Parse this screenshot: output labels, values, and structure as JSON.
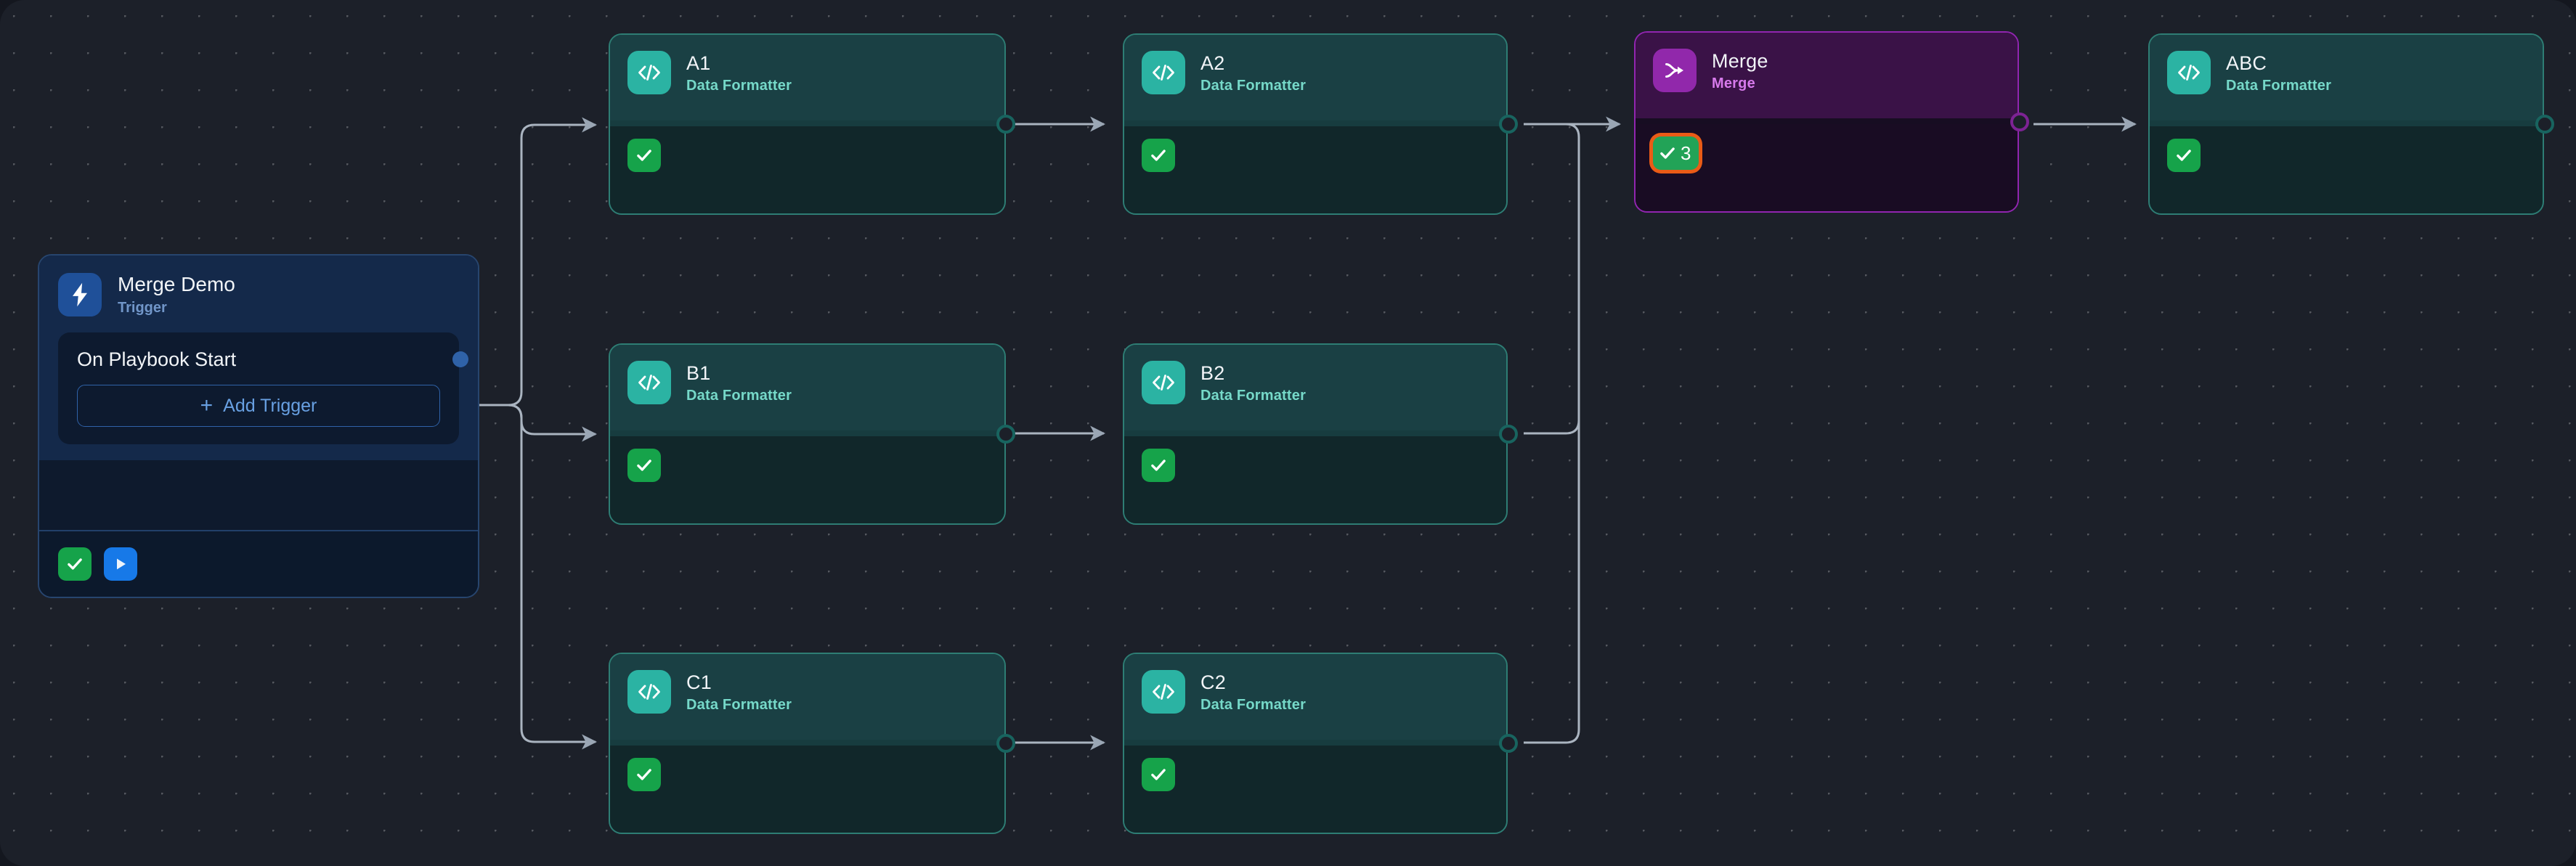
{
  "canvas": {
    "background": "#1c2029",
    "grid_dot_color": "#55585f"
  },
  "trigger": {
    "title": "Merge Demo",
    "subtitle": "Trigger",
    "icon": "lightning-bolt-icon",
    "accent": "#1f5099",
    "row_label": "On Playbook Start",
    "add_trigger_label": "Add Trigger",
    "add_trigger_plus": "+",
    "footer_buttons": [
      {
        "name": "validate-button",
        "icon": "check-icon",
        "color": "#16a34a"
      },
      {
        "name": "run-button",
        "icon": "play-icon",
        "color": "#1779e8"
      }
    ]
  },
  "nodes": [
    {
      "id": "a1",
      "title": "A1",
      "subtitle": "Data Formatter",
      "type": "data-formatter",
      "icon": "code-brackets-icon",
      "status": "success",
      "status_icon": "check-icon"
    },
    {
      "id": "a2",
      "title": "A2",
      "subtitle": "Data Formatter",
      "type": "data-formatter",
      "icon": "code-brackets-icon",
      "status": "success",
      "status_icon": "check-icon"
    },
    {
      "id": "b1",
      "title": "B1",
      "subtitle": "Data Formatter",
      "type": "data-formatter",
      "icon": "code-brackets-icon",
      "status": "success",
      "status_icon": "check-icon"
    },
    {
      "id": "b2",
      "title": "B2",
      "subtitle": "Data Formatter",
      "type": "data-formatter",
      "icon": "code-brackets-icon",
      "status": "success",
      "status_icon": "check-icon"
    },
    {
      "id": "c1",
      "title": "C1",
      "subtitle": "Data Formatter",
      "type": "data-formatter",
      "icon": "code-brackets-icon",
      "status": "success",
      "status_icon": "check-icon"
    },
    {
      "id": "c2",
      "title": "C2",
      "subtitle": "Data Formatter",
      "type": "data-formatter",
      "icon": "code-brackets-icon",
      "status": "success",
      "status_icon": "check-icon"
    },
    {
      "id": "merge",
      "title": "Merge",
      "subtitle": "Merge",
      "type": "merge",
      "icon": "merge-arrow-icon",
      "status": "success",
      "status_icon": "check-icon",
      "status_count": "3",
      "highlighted": true
    },
    {
      "id": "abc",
      "title": "ABC",
      "subtitle": "Data Formatter",
      "type": "data-formatter",
      "icon": "code-brackets-icon",
      "status": "success",
      "status_icon": "check-icon"
    }
  ],
  "colors": {
    "teal_accent": "#2bb3a3",
    "teal_subtitle": "#76d9c9",
    "teal_border": "#2e7d74",
    "purple_accent": "#9128ab",
    "purple_subtitle": "#d77aec",
    "purple_border": "#9125b0",
    "success_green": "#16a34a",
    "highlight_orange": "#ea5b16",
    "edge_line": "#aab4c0",
    "trigger_blue": "#1f5099"
  },
  "edges": [
    {
      "from": "trigger",
      "to": "a1"
    },
    {
      "from": "trigger",
      "to": "b1"
    },
    {
      "from": "trigger",
      "to": "c1"
    },
    {
      "from": "a1",
      "to": "a2"
    },
    {
      "from": "b1",
      "to": "b2"
    },
    {
      "from": "c1",
      "to": "c2"
    },
    {
      "from": "a2",
      "to": "merge"
    },
    {
      "from": "b2",
      "to": "merge"
    },
    {
      "from": "c2",
      "to": "merge"
    },
    {
      "from": "merge",
      "to": "abc"
    }
  ]
}
